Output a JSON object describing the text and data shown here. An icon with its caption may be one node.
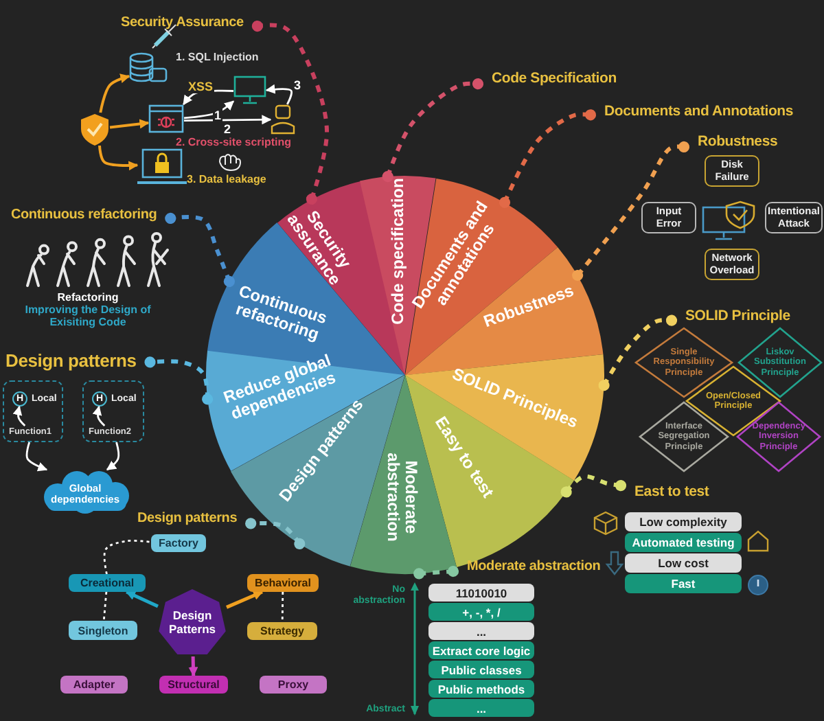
{
  "diagram": {
    "nodes": [
      {
        "text": [
          "Security assurance"
        ]
      },
      {
        "text": [
          "Code specification"
        ]
      },
      {
        "text": [
          "Documents and annotations"
        ]
      },
      {
        "text": [
          "Robustness"
        ]
      },
      {
        "text": [
          "SOLID Principles"
        ]
      },
      {
        "text": [
          "Easy to test"
        ]
      },
      {
        "text": [
          "Moderate abstraction"
        ]
      },
      {
        "text": [
          "Design patterns"
        ]
      },
      {
        "text": [
          "Reduce global dependencies"
        ]
      },
      {
        "text": [
          "Continuous refactoring"
        ]
      },
      {
        "text": [
          "Security Assurance"
        ]
      },
      {
        "text": [
          "Code Specification"
        ]
      },
      {
        "text": [
          "Documents and Annotations"
        ]
      },
      {
        "text": [
          "Robustness"
        ]
      },
      {
        "text": [
          "SOLID Principle"
        ]
      },
      {
        "text": [
          "East to test"
        ]
      },
      {
        "text": [
          "Moderate abstraction"
        ]
      },
      {
        "text": [
          "Design patterns"
        ]
      },
      {
        "text": [
          "Design patterns"
        ]
      },
      {
        "text": [
          "Continuous refactoring"
        ]
      },
      {
        "text": [],
        "shape": "shield"
      },
      {
        "text": [],
        "shape": "cylinder"
      },
      {
        "text": [],
        "shape": "browser"
      },
      {
        "text": [],
        "shape": "laptop"
      },
      {
        "text": [],
        "shape": "monitor"
      },
      {
        "text": [],
        "shape": "person"
      },
      {
        "text": [
          "Disk Failure"
        ]
      },
      {
        "text": [
          "Input Error"
        ]
      },
      {
        "text": [
          "Intentional Attack"
        ]
      },
      {
        "text": [
          "Network Overload"
        ]
      },
      {
        "text": [
          "Single Responsibility Principle"
        ]
      },
      {
        "text": [
          "Liskov Substitution Principle"
        ]
      },
      {
        "text": [
          "Open/Closed Principle"
        ]
      },
      {
        "text": [
          "Interface Segregation Principle"
        ]
      },
      {
        "text": [
          "Dependency Inversion Principle"
        ]
      },
      {
        "text": [
          "Low complexity"
        ]
      },
      {
        "text": [
          "Automated testing"
        ]
      },
      {
        "text": [
          "Low cost"
        ]
      },
      {
        "text": [
          "Fast"
        ]
      },
      {
        "text": [
          "11010010"
        ]
      },
      {
        "text": [
          "+, -, *, /"
        ]
      },
      {
        "text": [
          "..."
        ]
      },
      {
        "text": [
          "Extract core logic"
        ]
      },
      {
        "text": [
          "Public classes"
        ]
      },
      {
        "text": [
          "Public methods"
        ]
      },
      {
        "text": [
          "..."
        ]
      },
      {
        "text": [
          "Factory"
        ]
      },
      {
        "text": [
          "Creational"
        ]
      },
      {
        "text": [
          "Behavioral"
        ]
      },
      {
        "text": [
          "Design Patterns"
        ]
      },
      {
        "text": [
          "Singleton"
        ]
      },
      {
        "text": [
          "Strategy"
        ]
      },
      {
        "text": [
          "Adapter"
        ]
      },
      {
        "text": [
          "Structural"
        ]
      },
      {
        "text": [
          "Proxy"
        ]
      },
      {
        "text": [],
        "shape": "box"
      },
      {
        "text": [
          "H"
        ],
        "beside": [
          "Local"
        ],
        "in": 55
      },
      {
        "text": [
          "Function1"
        ],
        "in": 55
      },
      {
        "text": [],
        "shape": "box"
      },
      {
        "text": [
          "H"
        ],
        "beside": [
          "Local"
        ],
        "in": 58
      },
      {
        "text": [
          "Function2"
        ],
        "in": 58
      },
      {
        "text": [
          "Global dependencies"
        ]
      }
    ],
    "edges": [
      {
        "from": 0,
        "to": 10,
        "arrow": "other",
        "style": "dashed",
        "color": "#c8405e"
      },
      {
        "from": 1,
        "to": 11,
        "arrow": "other",
        "style": "dashed",
        "color": "#d4526a"
      },
      {
        "from": 2,
        "to": 12,
        "arrow": "other",
        "style": "dashed",
        "color": "#e26a48"
      },
      {
        "from": 3,
        "to": 13,
        "arrow": "other",
        "style": "dashed",
        "color": "#f0a050"
      },
      {
        "from": 4,
        "to": 14,
        "arrow": "other",
        "style": "dashed",
        "color": "#f0d060"
      },
      {
        "from": 5,
        "to": 15,
        "arrow": "other",
        "style": "dashed",
        "color": "#d8e070"
      },
      {
        "from": 6,
        "to": 16,
        "arrow": "other",
        "style": "dashed",
        "color": "#86c8a2"
      },
      {
        "from": 7,
        "to": 17,
        "arrow": "other",
        "style": "dashed",
        "color": "#86c4cc"
      },
      {
        "from": 8,
        "to": 18,
        "arrow": "other",
        "style": "dashed",
        "color": "#5ab8e0"
      },
      {
        "from": 9,
        "to": 19,
        "arrow": "other",
        "style": "dashed",
        "color": "#4a90d0"
      },
      {
        "from": 20,
        "to": 21,
        "arrow": "to",
        "color": "#f0a020"
      },
      {
        "from": 20,
        "to": 22,
        "arrow": "to",
        "color": "#f0a020"
      },
      {
        "from": 20,
        "to": 23,
        "arrow": "to",
        "color": "#f0a020"
      },
      {
        "from": 22,
        "to": 24,
        "arrow": "to",
        "label": "1"
      },
      {
        "from": 22,
        "to": 25,
        "arrow": "to",
        "label": "2"
      },
      {
        "from": 25,
        "to": 24,
        "arrow": "to",
        "label": "3"
      },
      {
        "from": 24,
        "to": 22,
        "arrow": "to",
        "label": "XSS"
      },
      {
        "from": 49,
        "to": 47,
        "arrow": "to",
        "color": "#20a8c8"
      },
      {
        "from": 49,
        "to": 48,
        "arrow": "to",
        "color": "#f0a020"
      },
      {
        "from": 49,
        "to": 53,
        "arrow": "to",
        "color": "#d040c0"
      },
      {
        "from": 47,
        "to": 46,
        "arrow": "none",
        "style": "dashed"
      },
      {
        "from": 47,
        "to": 50,
        "arrow": "none",
        "style": "dashed"
      },
      {
        "from": 48,
        "to": 51,
        "arrow": "none",
        "style": "dashed"
      },
      {
        "from": 57,
        "to": 56,
        "arrow": "to"
      },
      {
        "from": 60,
        "to": 59,
        "arrow": "to"
      },
      {
        "from": 55,
        "to": 61,
        "arrow": "to"
      },
      {
        "from": 58,
        "to": 61,
        "arrow": "to"
      }
    ],
    "labels": [
      "1. SQL Injection",
      "2. Cross-site scripting",
      "3. Data leakage",
      "Refactoring",
      "Improving the Design of Exisiting Code",
      "No abstraction",
      "Abstract"
    ]
  }
}
